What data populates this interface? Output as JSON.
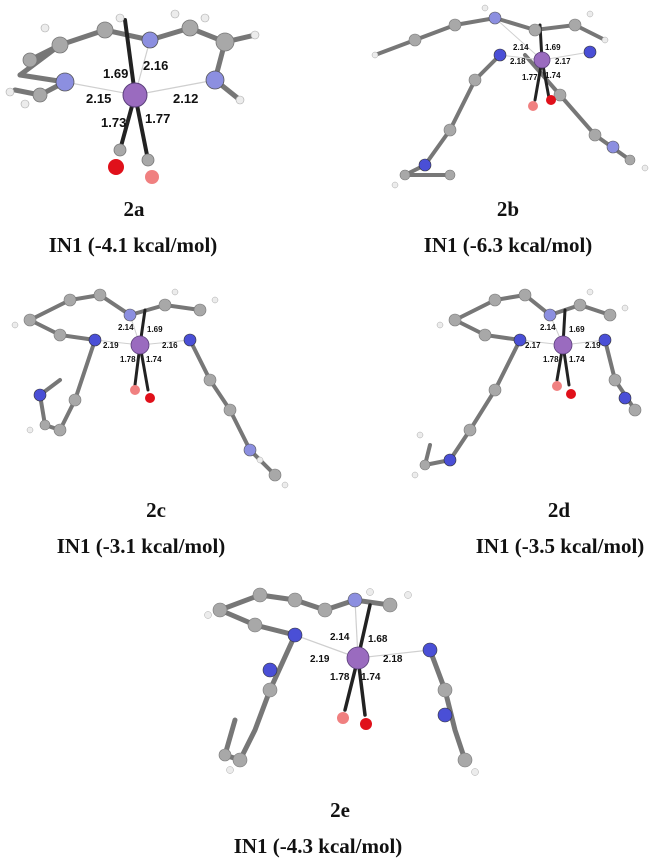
{
  "panels": [
    {
      "id": "2a",
      "energy": "IN1 (-4.1 kcal/mol)",
      "distances": [
        "1.69",
        "2.16",
        "2.15",
        "2.12",
        "1.73",
        "1.77"
      ]
    },
    {
      "id": "2b",
      "energy": "IN1 (-6.3 kcal/mol)",
      "distances": [
        "2.14",
        "1.69",
        "2.18",
        "2.17",
        "1.77",
        "1.74"
      ]
    },
    {
      "id": "2c",
      "energy": "IN1 (-3.1 kcal/mol)",
      "distances": [
        "2.14",
        "1.69",
        "2.19",
        "2.16",
        "1.78",
        "1.74"
      ]
    },
    {
      "id": "2d",
      "energy": "IN1 (-3.5 kcal/mol)",
      "distances": [
        "2.14",
        "1.69",
        "2.17",
        "2.19",
        "1.78",
        "1.74"
      ]
    },
    {
      "id": "2e",
      "energy": "IN1 (-4.3 kcal/mol)",
      "distances": [
        "2.14",
        "1.68",
        "2.19",
        "2.18",
        "1.78",
        "1.74"
      ]
    }
  ],
  "colors": {
    "metal": "#9a6bbf",
    "nitrogen": "#4a4fd6",
    "nitrogen_light": "#8c8fe0",
    "oxygen": "#e0101a",
    "oxygen_light": "#f08080",
    "carbon": "#a8a8a8",
    "hydrogen": "#e6e6e6"
  }
}
